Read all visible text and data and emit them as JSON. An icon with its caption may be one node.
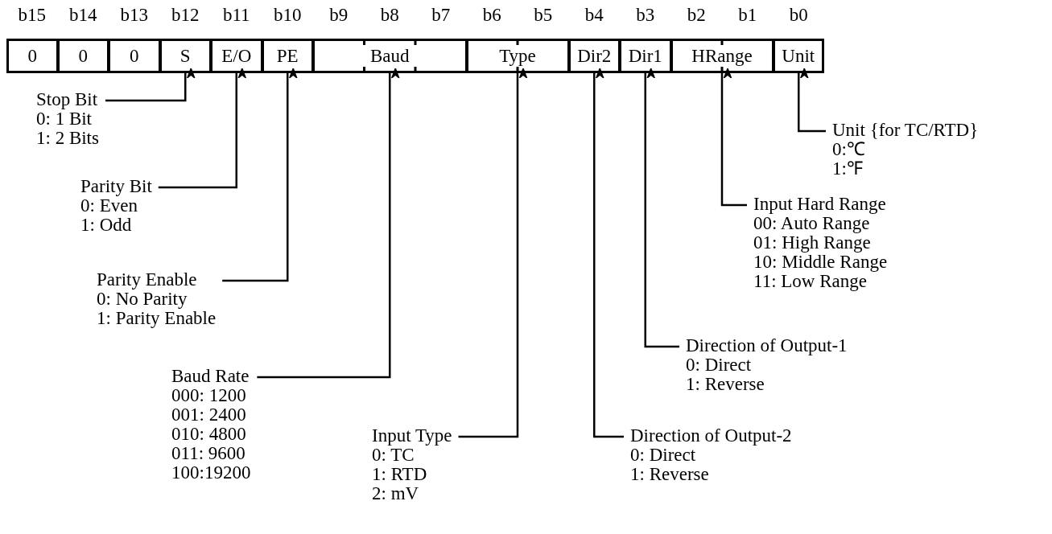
{
  "diagram": {
    "nodes": [
      {
        "text": [
          "0"
        ]
      },
      {
        "text": [
          "0"
        ]
      },
      {
        "text": [
          "0"
        ]
      },
      {
        "text": [
          "S"
        ]
      },
      {
        "text": [
          "E/O"
        ]
      },
      {
        "text": [
          "PE"
        ]
      },
      {
        "text": [
          "Baud"
        ]
      },
      {
        "text": [
          "Type"
        ]
      },
      {
        "text": [
          "Dir2"
        ]
      },
      {
        "text": [
          "Dir1"
        ]
      },
      {
        "text": [
          "HRange"
        ]
      },
      {
        "text": [
          "Unit"
        ]
      },
      {
        "text": [
          "Stop Bit",
          "0: 1 Bit",
          "1: 2 Bits"
        ]
      },
      {
        "text": [
          "Parity Bit",
          "0: Even",
          "1: Odd"
        ]
      },
      {
        "text": [
          "Parity Enable",
          "0: No Parity",
          "1: Parity Enable"
        ]
      },
      {
        "text": [
          "Baud Rate",
          "000: 1200",
          "001: 2400",
          "010: 4800",
          "011: 9600",
          "100:19200"
        ]
      },
      {
        "text": [
          "Input Type",
          "0: TC",
          "1: RTD",
          "2: mV"
        ]
      },
      {
        "text": [
          "Direction of Output-2",
          "0: Direct",
          "1: Reverse"
        ]
      },
      {
        "text": [
          "Direction of Output-1",
          "0: Direct",
          "1: Reverse"
        ]
      },
      {
        "text": [
          "Input Hard Range",
          "00: Auto Range",
          "01: High Range",
          "10: Middle Range",
          "11: Low Range"
        ]
      },
      {
        "text": [
          "Unit {for TC/RTD}",
          "0:℃",
          "1:℉"
        ]
      }
    ],
    "edges": [
      {
        "from": 12,
        "to": 3,
        "arrow": "to"
      },
      {
        "from": 13,
        "to": 4,
        "arrow": "to"
      },
      {
        "from": 14,
        "to": 5,
        "arrow": "to"
      },
      {
        "from": 15,
        "to": 6,
        "arrow": "to"
      },
      {
        "from": 16,
        "to": 7,
        "arrow": "to"
      },
      {
        "from": 17,
        "to": 8,
        "arrow": "to"
      },
      {
        "from": 18,
        "to": 9,
        "arrow": "to"
      },
      {
        "from": 19,
        "to": 10,
        "arrow": "to"
      },
      {
        "from": 20,
        "to": 11,
        "arrow": "to"
      }
    ],
    "labels": [
      "b15",
      "b14",
      "b13",
      "b12",
      "b11",
      "b10",
      "b9",
      "b8",
      "b7",
      "b6",
      "b5",
      "b4",
      "b3",
      "b2",
      "b1",
      "b0"
    ]
  }
}
